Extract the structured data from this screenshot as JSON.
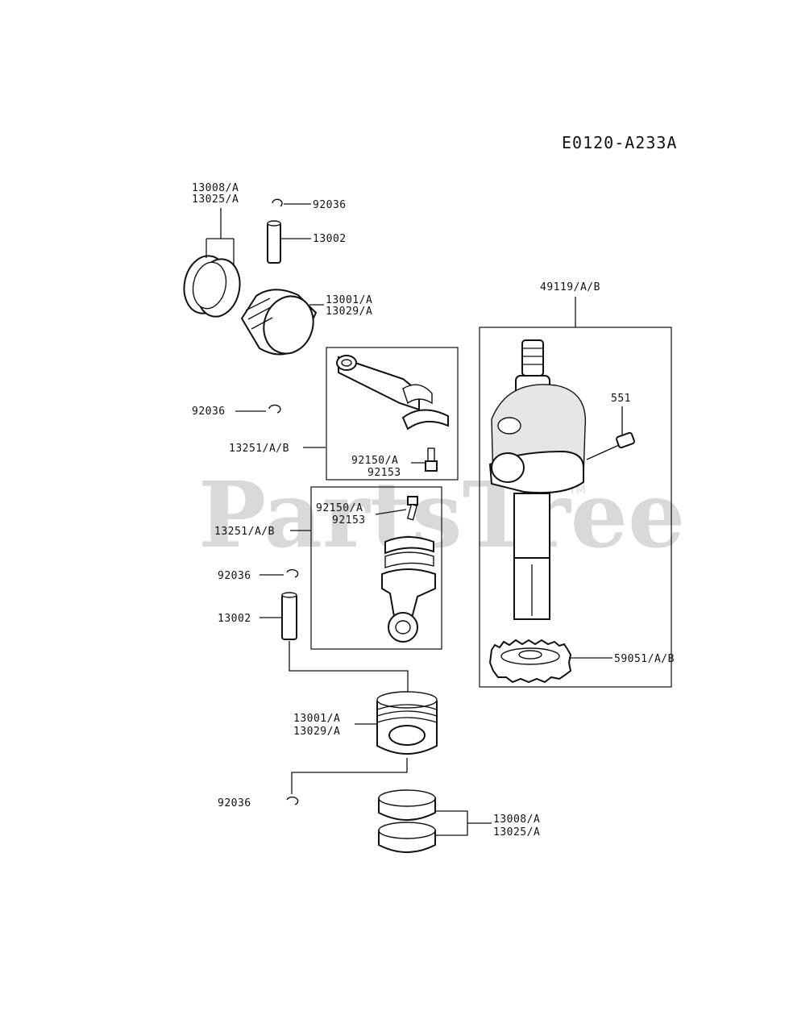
{
  "diagram_code": "E0120-A233A",
  "watermark": {
    "text": "PartsTree",
    "tm": "TM"
  },
  "labels": {
    "top_rings_a": "13008/A",
    "top_rings_b": "13025/A",
    "top_clip": "92036",
    "top_pin": "13002",
    "top_piston_a": "13001/A",
    "top_piston_b": "13029/A",
    "mid_clip_left": "92036",
    "rod_upper": "13251/A/B",
    "bolt_upper_a": "92150/A",
    "bolt_upper_b": "92153",
    "bolt_lower_a": "92150/A",
    "bolt_lower_b": "92153",
    "rod_lower": "13251/A/B",
    "lower_clip": "92036",
    "lower_pin": "13002",
    "lower_piston_a": "13001/A",
    "lower_piston_b": "13029/A",
    "bottom_clip": "92036",
    "bottom_rings_a": "13008/A",
    "bottom_rings_b": "13025/A",
    "crankshaft": "49119/A/B",
    "crank_pin": "551",
    "gear": "59051/A/B"
  }
}
